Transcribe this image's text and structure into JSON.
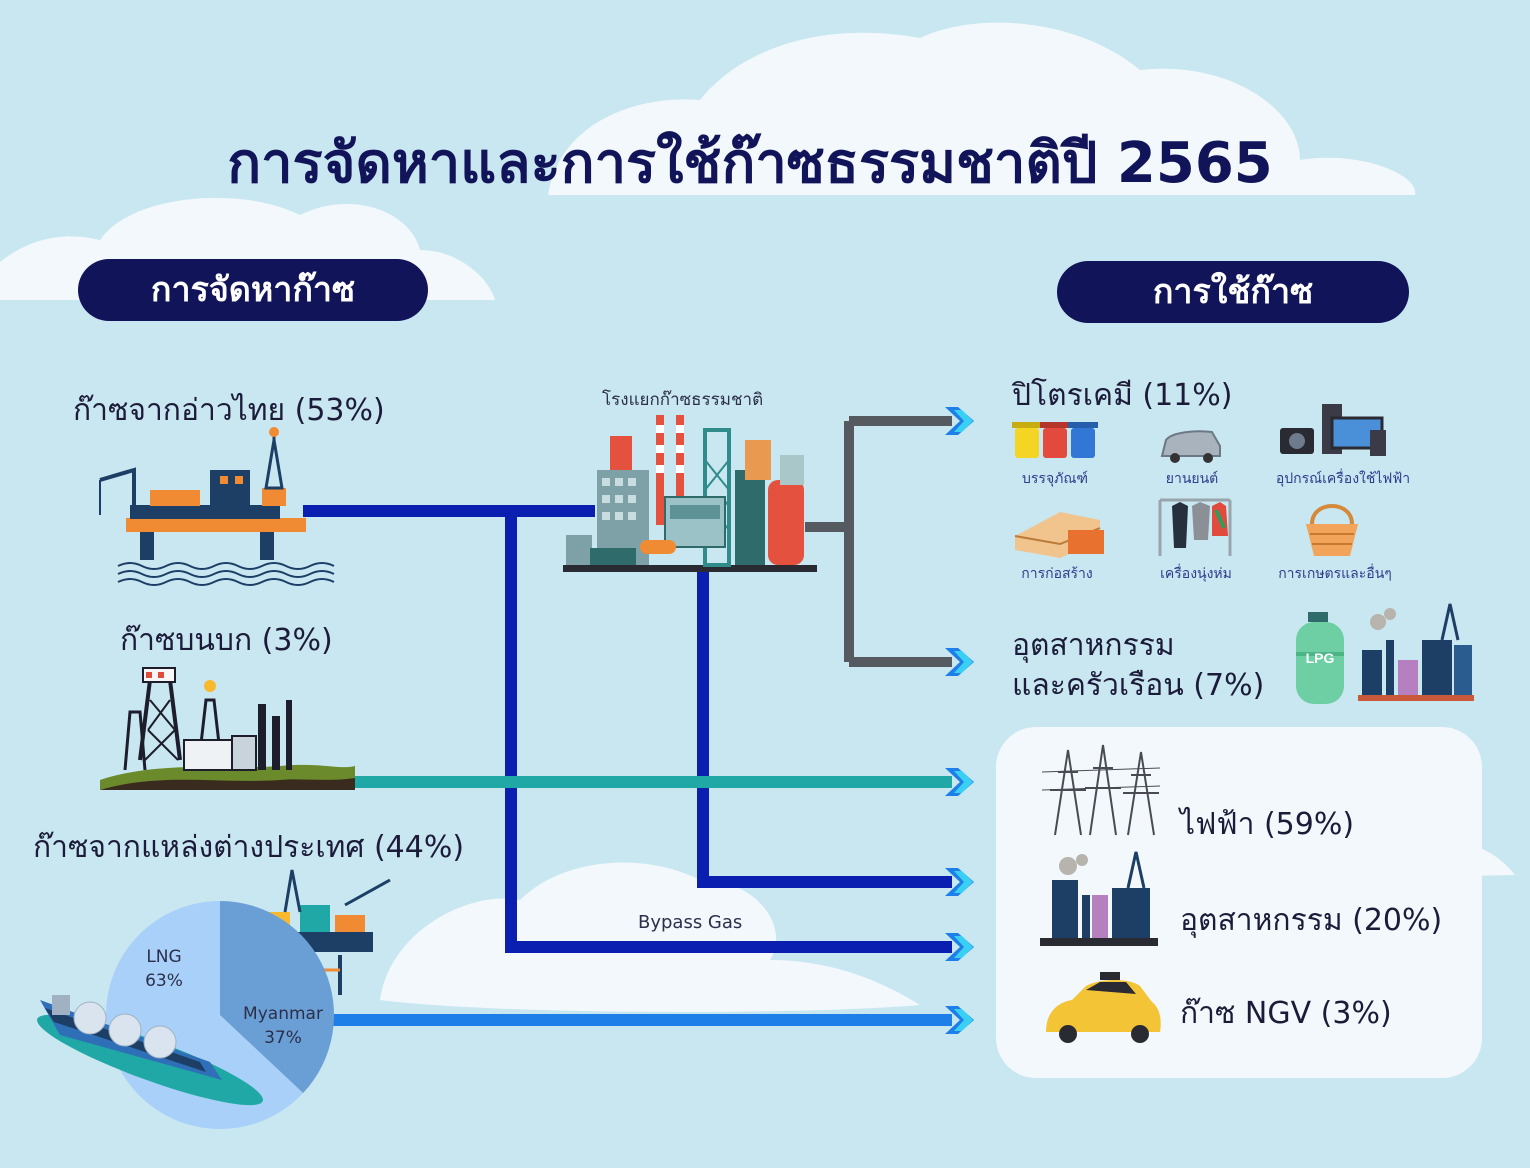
{
  "title": "การจัดหาและการใช้ก๊าซธรรมชาติปี 2565",
  "supply": {
    "header": "การจัดหาก๊าซ",
    "gulf": "ก๊าซจากอ่าวไทย (53%)",
    "onshore": "ก๊าซบนบก (3%)",
    "foreign": "ก๊าซจากแหล่งต่างประเทศ (44%)"
  },
  "plant_label": "โรงแยกก๊าซธรรมชาติ",
  "bypass_label": "Bypass Gas",
  "use": {
    "header": "การใช้ก๊าซ",
    "petrochem": "ปิโตรเคมี (11%)",
    "petro_items": [
      "บรรจุภัณฑ์",
      "ยานยนต์",
      "อุปกรณ์เครื่องใช้ไฟฟ้า",
      "การก่อสร้าง",
      "เครื่องนุ่งห่ม",
      "การเกษตรและอื่นๆ"
    ],
    "ind_house_1": "อุตสาหกรรม",
    "ind_house_2": "และครัวเรือน (7%)",
    "lpg": "LPG",
    "power": "ไฟฟ้า (59%)",
    "industry": "อุตสาหกรรม (20%)",
    "ngv": "ก๊าซ NGV (3%)"
  },
  "chart_data": {
    "type": "pie",
    "categories": [
      "LNG",
      "Myanmar"
    ],
    "values": [
      63,
      37
    ],
    "value_labels": [
      "63%",
      "37%"
    ],
    "colors": [
      "#a8d0f8",
      "#6a9fd6"
    ]
  },
  "colors": {
    "navy": "#12145a",
    "flow_navy": "#0a1eb0",
    "flow_teal": "#1fa8a6",
    "flow_blue": "#1e7fe8",
    "flow_grey": "#555a60",
    "cloud": "#f2f8fb",
    "sky": "#c9e7f1"
  }
}
